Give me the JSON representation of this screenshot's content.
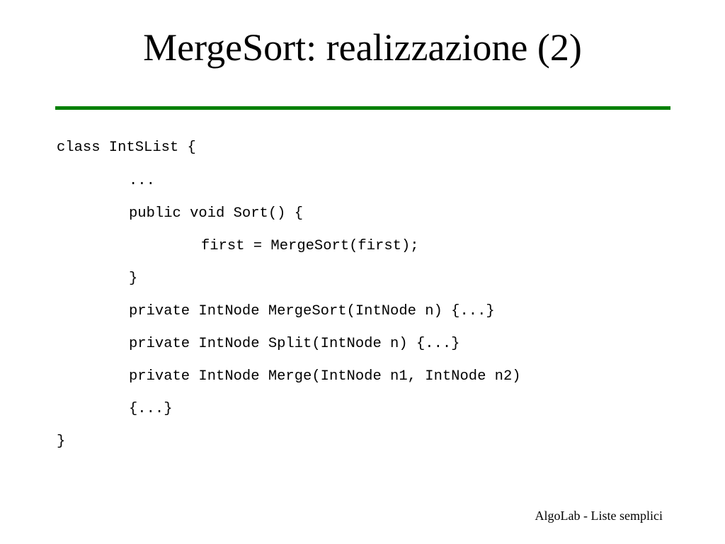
{
  "slide": {
    "title": "MergeSort: realizzazione (2)",
    "rule_color": "#008000",
    "code_lines": [
      "class IntSList {",
      "...",
      "public void Sort() {",
      "first = MergeSort(first);",
      "}",
      "private IntNode MergeSort(IntNode n) {...}",
      "private IntNode Split(IntNode n) {...}",
      "private IntNode Merge(IntNode n1, IntNode n2)",
      "{...}",
      "}"
    ],
    "footer": "AlgoLab - Liste semplici"
  }
}
